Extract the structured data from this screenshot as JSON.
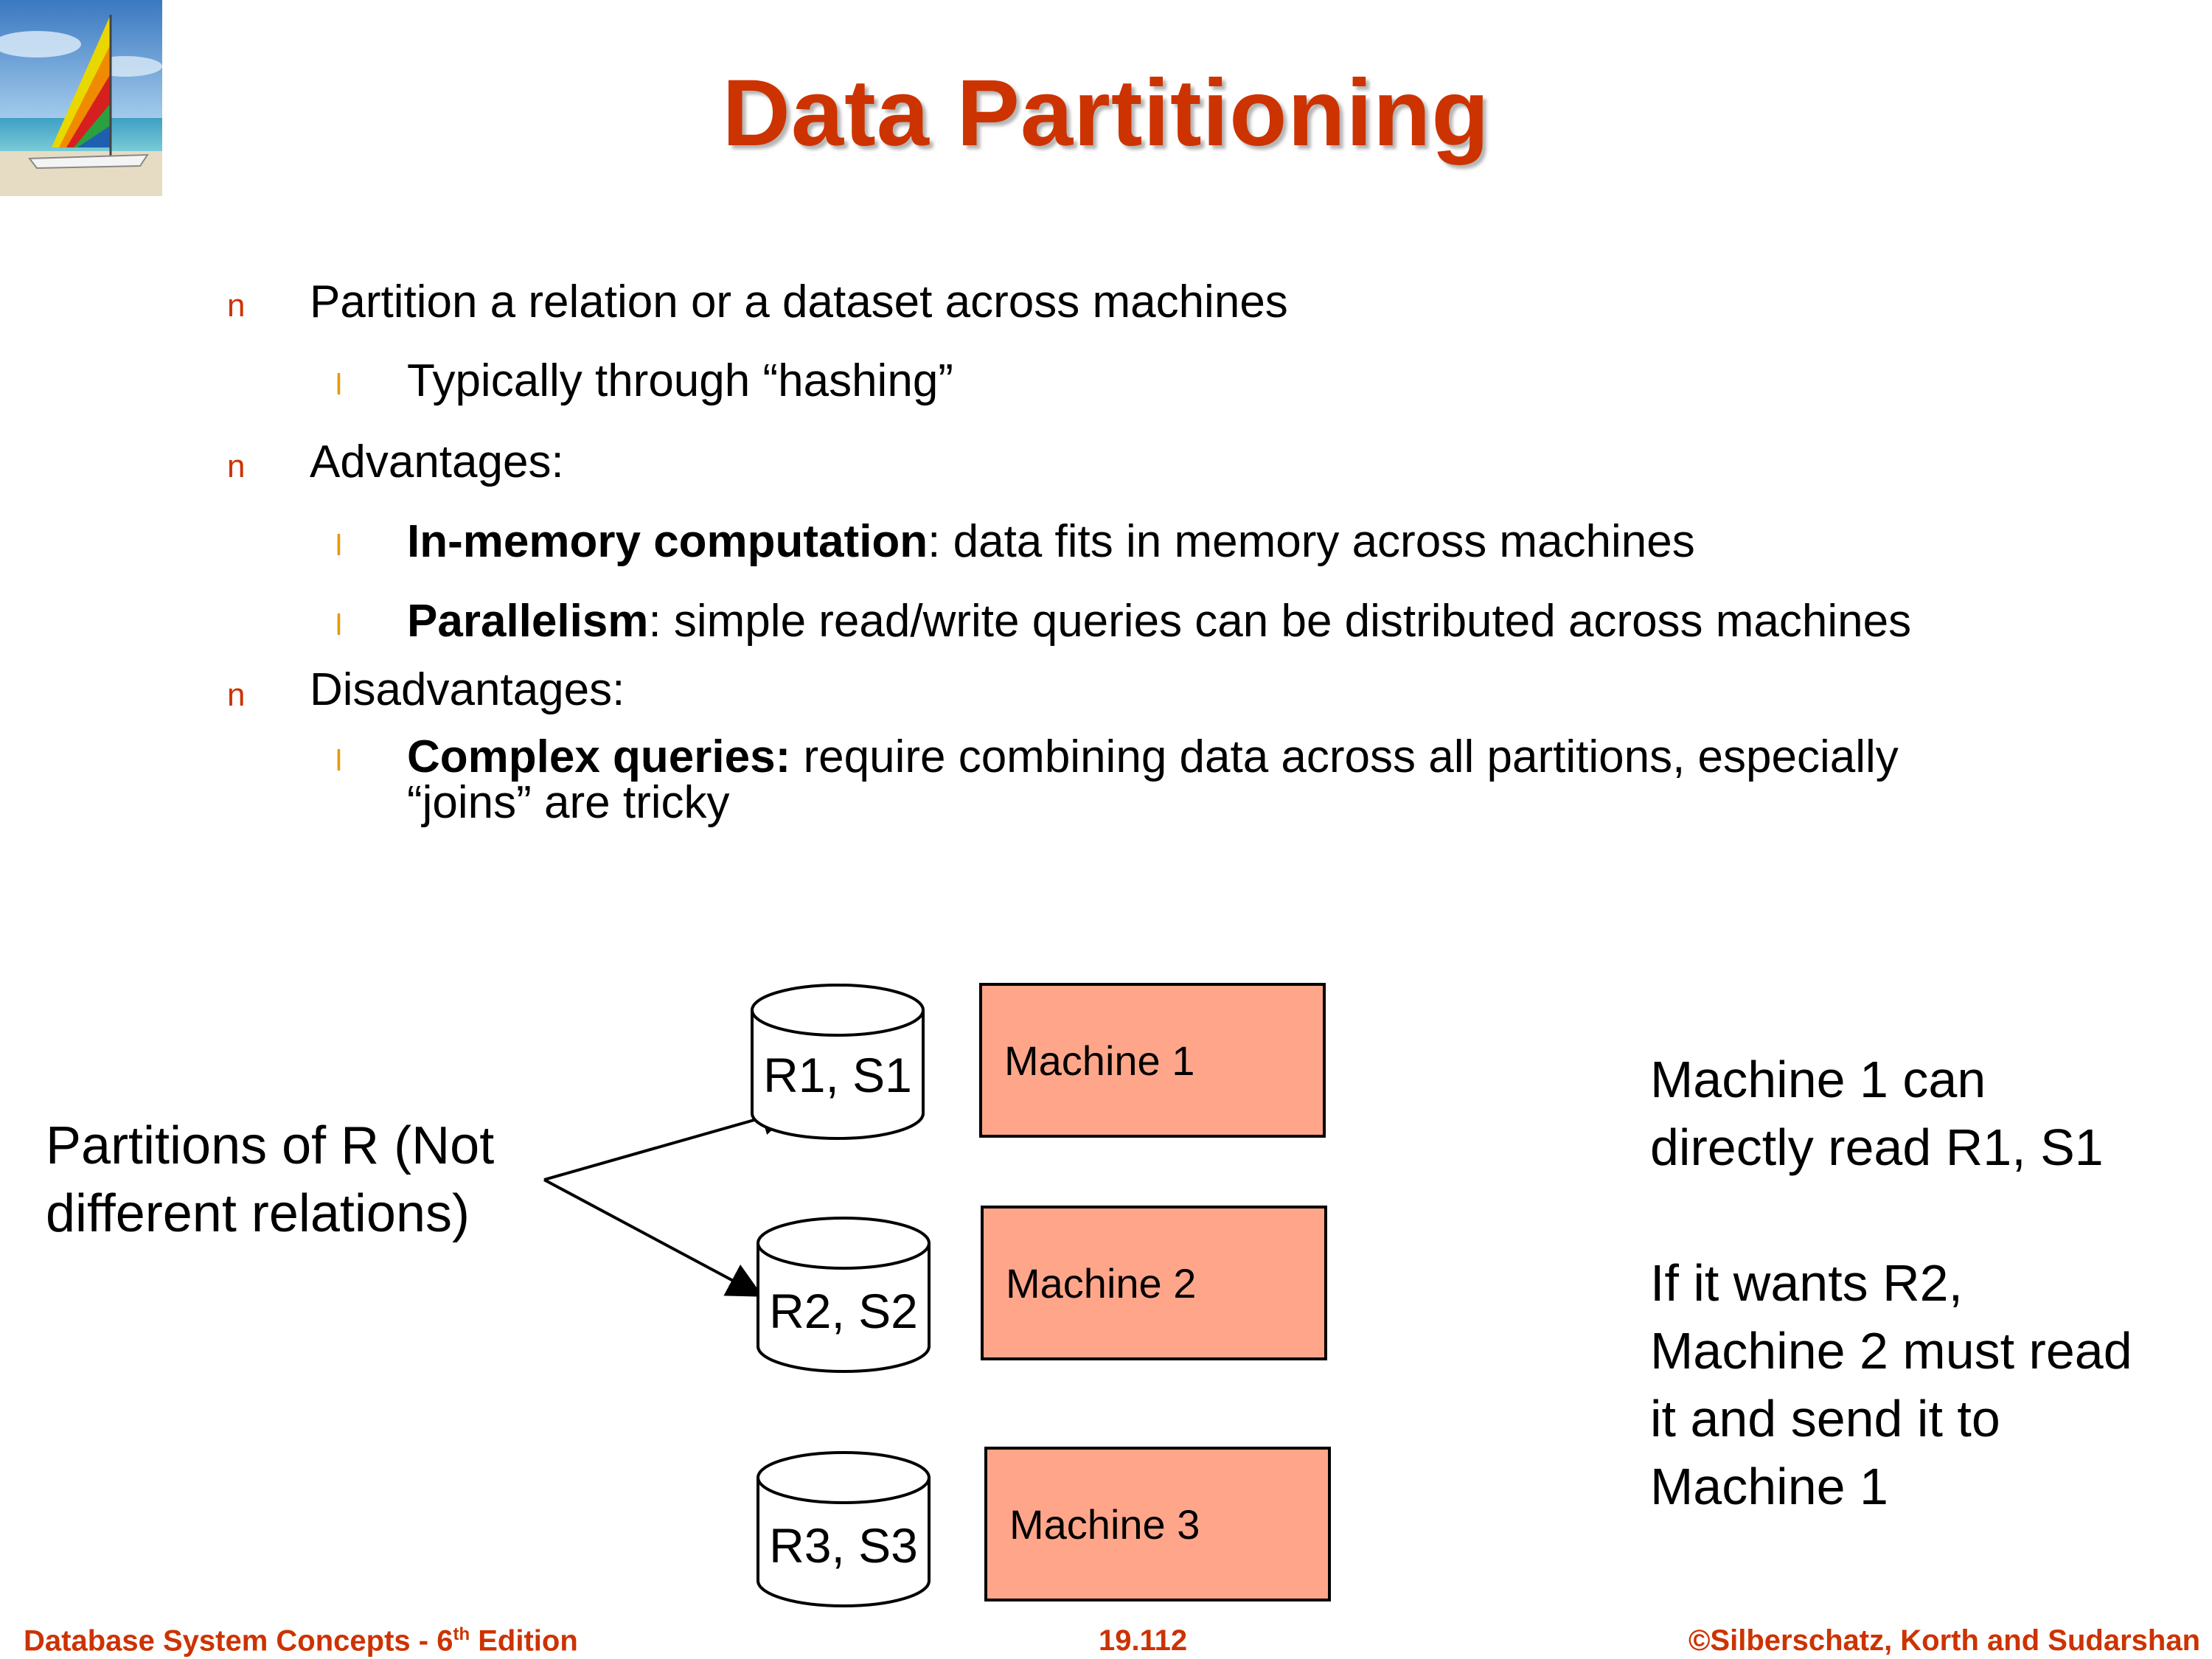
{
  "title": "Data Partitioning",
  "bullets": [
    {
      "text": "Partition a relation or a dataset across machines"
    },
    {
      "text": "Typically through “hashing”"
    },
    {
      "text": "Advantages:"
    },
    {
      "bold": "In-memory computation",
      "rest": ": data fits in memory across machines"
    },
    {
      "bold": "Parallelism",
      "rest": ": simple read/write queries can be distributed across machines"
    },
    {
      "text": "Disadvantages:"
    },
    {
      "bold": "Complex queries:",
      "rest": " require combining data across all partitions, especially",
      "line2": "“joins” are tricky"
    }
  ],
  "markers": {
    "level1": "n",
    "level2": "l"
  },
  "diagram": {
    "partitions_label_line1": "Partitions of R (Not",
    "partitions_label_line2": "different relations)",
    "cylinders": [
      "R1, S1",
      "R2, S2",
      "R3, S3"
    ],
    "machines": [
      "Machine 1",
      "Machine 2",
      "Machine 3"
    ],
    "note_lines": [
      "Machine 1 can",
      "directly read R1, S1",
      "",
      "If it wants R2,",
      "Machine 2 must read",
      "it and send it to",
      "Machine 1"
    ]
  },
  "footer": {
    "left_prefix": "Database System Concepts - 6",
    "left_sup": "th",
    "left_suffix": " Edition",
    "center": "19.112",
    "right": "©Silberschatz, Korth and Sudarshan"
  },
  "colors": {
    "title": "#cc3300",
    "machine_fill": "#ffa68a",
    "marker_level1": "#cc3300",
    "marker_level2": "#e69900"
  }
}
